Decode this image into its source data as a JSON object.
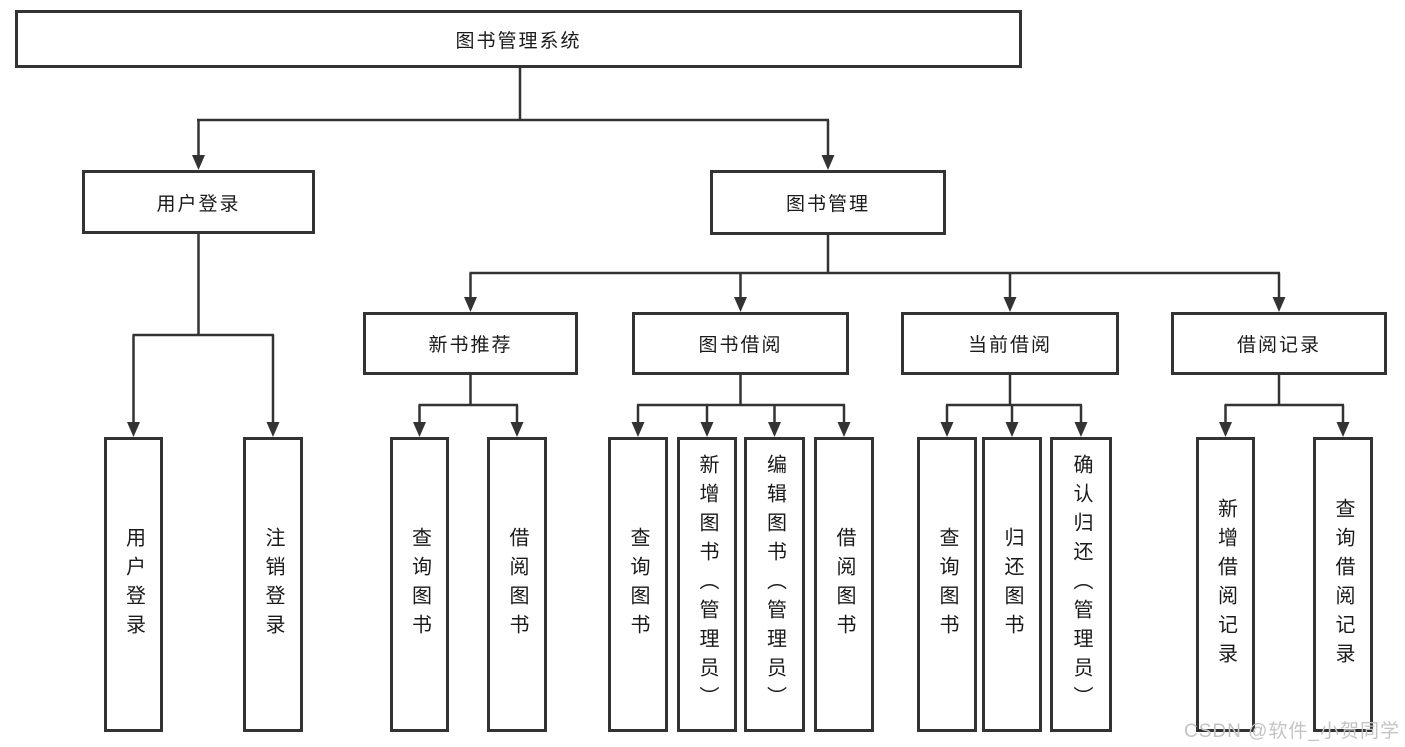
{
  "nodes": {
    "root": "图书管理系统",
    "level2": {
      "user_login": "用户登录",
      "book_management": "图书管理"
    },
    "level3": {
      "new_book_recommend": "新书推荐",
      "book_borrow": "图书借阅",
      "current_borrow": "当前借阅",
      "borrow_records": "借阅记录"
    },
    "leaves": {
      "user_login": [
        "用户登录",
        "注销登录"
      ],
      "new_book_recommend": [
        "查询图书",
        "借阅图书"
      ],
      "book_borrow": [
        "查询图书",
        "新增图书（管理员）",
        "编辑图书（管理员）",
        "借阅图书"
      ],
      "current_borrow": [
        "查询图书",
        "归还图书",
        "确认归还（管理员）"
      ],
      "borrow_records": [
        "新增借阅记录",
        "查询借阅记录"
      ]
    }
  },
  "watermark": {
    "text": "CSDN @软件_小贺同学"
  },
  "colors": {
    "line": "#333333",
    "text": "#1a1a1a",
    "background": "#ffffff",
    "watermark": "#c4c4c4"
  }
}
